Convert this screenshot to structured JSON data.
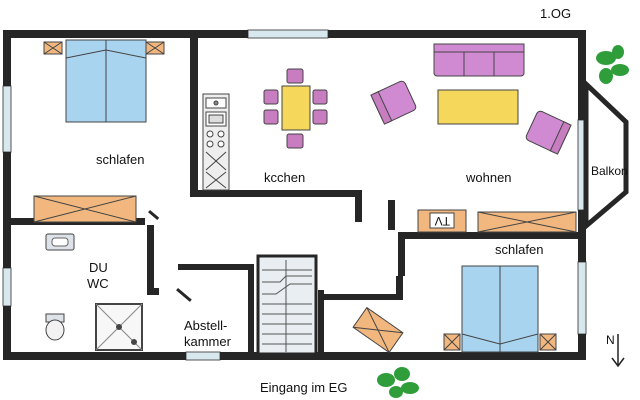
{
  "floor_label": "1.OG",
  "rooms": {
    "schlafen_main": "schlafen",
    "kuechen": "kcchen",
    "wohnen": "wohnen",
    "balkon": "Balkon",
    "schlafen_small": "schlafen",
    "du_line1": "DU",
    "wc_line2": "WC",
    "abstell_line1": "Abstell-",
    "abstell_line2": "kammer"
  },
  "tv_label": "TV",
  "entrance_label": "Eingang  im EG",
  "north_label": "N",
  "colors": {
    "wall": "#262626",
    "bed": "#a9d4ef",
    "wardrobe": "#f1b77e",
    "table": "#f5d75b",
    "chair": "#c77dc0",
    "sofa": "#d08ad2",
    "plant": "#2f9e3a",
    "window": "#d7e8ee"
  }
}
